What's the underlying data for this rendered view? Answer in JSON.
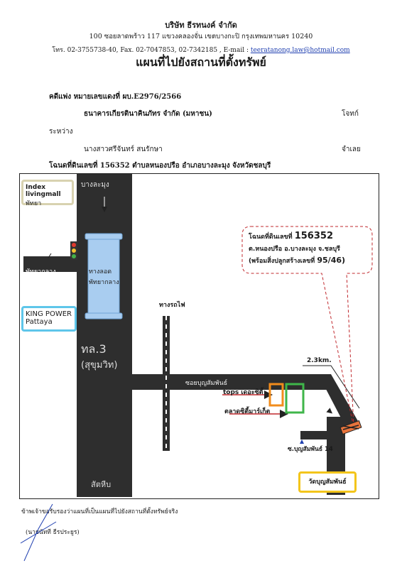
{
  "header": {
    "company": "บริษัท ธีรทนงค์ จำกัด",
    "address": "100 ซอยลาดพร้าว 117 แขวงคลองจั่น เขตบางกะปิ กรุงเทพมหานคร 10240",
    "contact": "โทร. 02-3755738-40, Fax. 02-7047853, 02-7342185 , E-mail :",
    "email": "teeratanong.law@hotmail.com",
    "title": "แผนที่ไปยังสถานที่ตั้งทรัพย์"
  },
  "case": {
    "case_label": "คดีแพ่ง หมายเลขแดงที่ ผบ.E2976/2566",
    "plaintiff": "ธนาคารเกียรตินาคินภัทร จำกัด (มหาชน)",
    "plaintiff_role": "โจทก์",
    "between": "ระหว่าง",
    "defendant": "นางสาวศรีจันทร์ สนรักษา",
    "defendant_role": "จำเลย",
    "deed": "โฉนดที่ดินเลขที่ 156352 ตำบลหนองปรือ อำเภอบางละมุง จังหวัดชลบุรี"
  },
  "map": {
    "index_box": {
      "title": "Index livingmall",
      "sub": "พัทยา"
    },
    "top_road": "บางละมุง",
    "side_road": "พัทยากลาง",
    "overpass_1": "ทางลอด",
    "overpass_2": "พัทยากลาง",
    "king_power": {
      "title": "KING POWER",
      "sub": "Pattaya"
    },
    "highway_1": "ทล.3",
    "highway_2": "(สุขุมวิท)",
    "railway": "ทางรถไฟ",
    "soi_road": "ซอยบุญสัมพันธ์",
    "distance": "2.3km.",
    "tops": "tops เดอะซิตี้",
    "market": "ตลาดซิตี้มาร์เก็ต",
    "soi_14": "ซ.บุญสัมพันธ์ 14",
    "temple": "วัดบุญสัมพันธ์",
    "bottom_road": "สัตหีบ",
    "callout": {
      "line1_label": "โฉนดที่ดินเลขที่",
      "line1_value": "156352",
      "line2": "ต.หนองปรือ อ.บางละมุง จ.ชลบุรี",
      "line3_pre": "(พร้อมสิ่งปลูกสร้างเลขที่",
      "line3_value": "95/46)"
    }
  },
  "footer": {
    "certify": "ข้าพเจ้าขอรับรองว่าแผนที่เป็นแผนที่ไปยังสถานที่ตั้งทรัพย์จริง",
    "signer": "(นายนัทที ธีรประยูร)"
  },
  "colors": {
    "road": "#2e2e2e",
    "overpass": "#a9cdf0",
    "callout_border": "#c0282d",
    "king_power_border": "#5ec6ea",
    "index_border": "#d8d2b0",
    "tops_border": "#f28c1c",
    "market_border": "#3fb64a",
    "temple_border": "#f3c51b",
    "marker": "#e8743c"
  }
}
